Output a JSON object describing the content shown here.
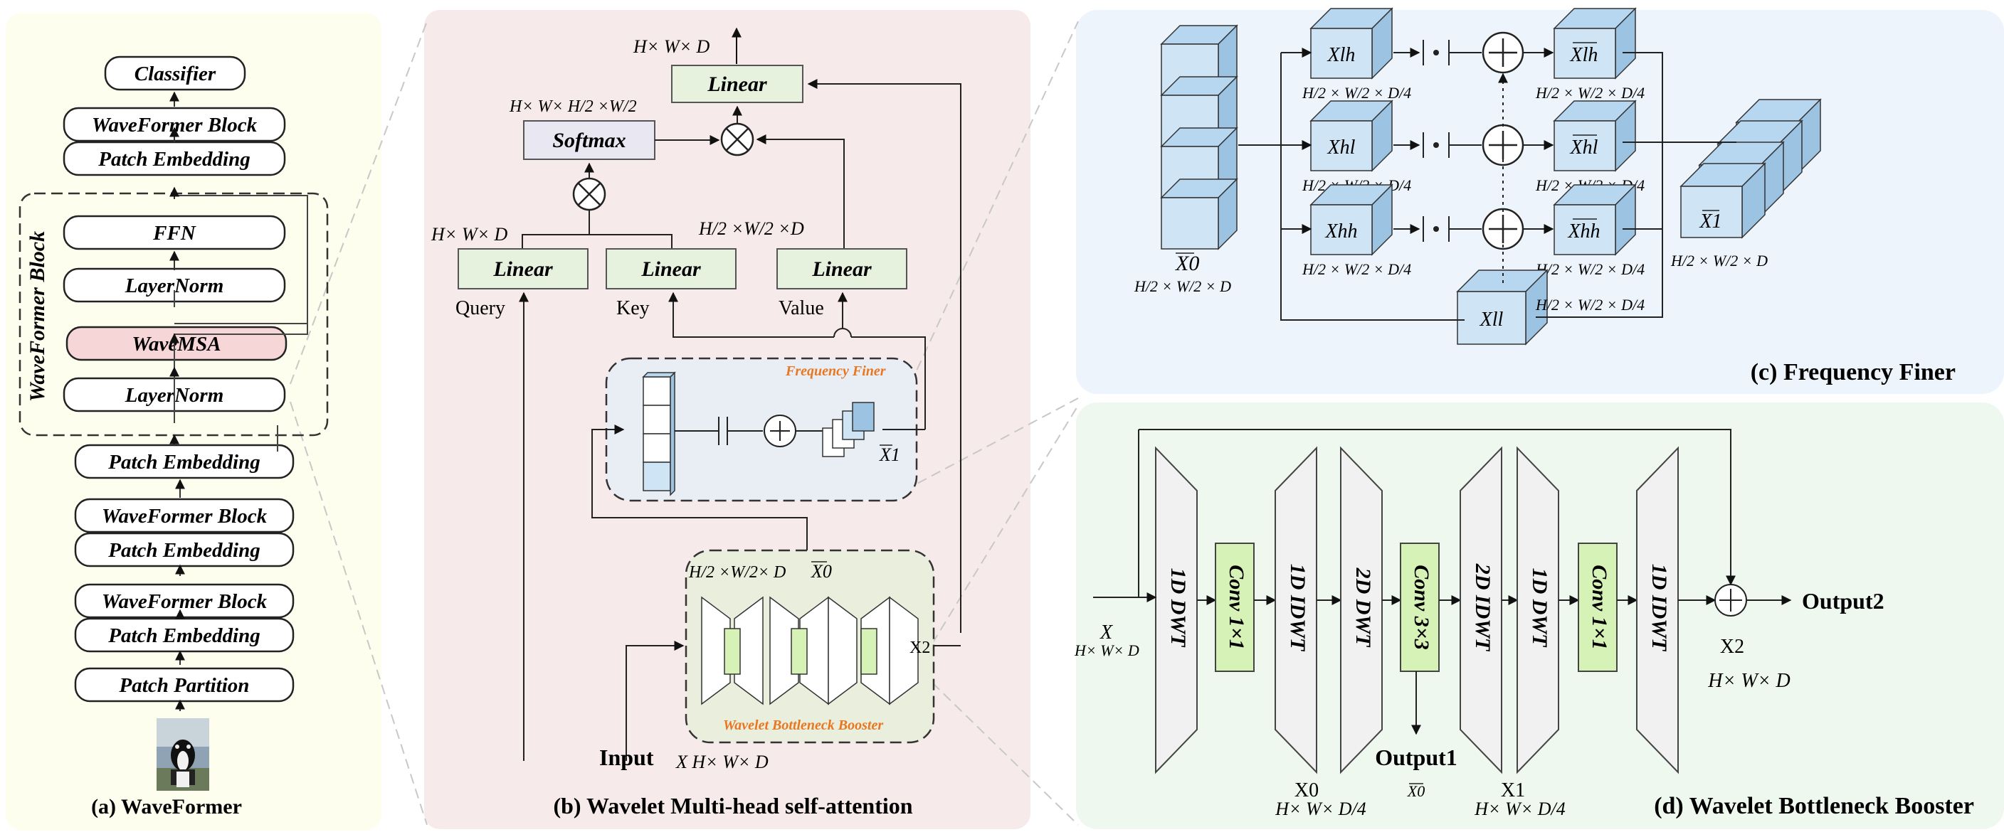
{
  "colors": {
    "panel_a": "#fefeee",
    "panel_b": "#f7eaea",
    "panel_c": "#eef4fb",
    "panel_d": "#eff8ee",
    "cube": "#cfe4f5",
    "conv": "#d7f2b6",
    "linear": "#e6f1de",
    "softmax": "#e9e8f2",
    "wavemsa": "#f6d6d6",
    "trap": "#f1f1f1"
  },
  "panel_a": {
    "caption": "(a) WaveFormer",
    "side_label": "WaveFormer Block",
    "blocks": [
      "Classifier",
      "WaveFormer Block",
      "Patch Embedding",
      "FFN",
      "LayerNorm",
      "WaveMSA",
      "LayerNorm",
      "Patch Embedding",
      "WaveFormer Block",
      "Patch Embedding",
      "WaveFormer Block",
      "Patch Embedding",
      "Patch Partition"
    ]
  },
  "panel_b": {
    "caption": "(b) Wavelet Multi-head self-attention",
    "top_dim": "H× W× D",
    "linear": "Linear",
    "softmax": "Softmax",
    "softmax_dim": "H× W× H/2 ×W/2",
    "qk_dim": "H× W× D",
    "value_dim": "H/2 ×W/2 ×D",
    "query": "Query",
    "key": "Key",
    "value": "Value",
    "frequency_finer": "Frequency Finer",
    "x1_tilde": "X1",
    "wbb": "Wavelet Bottleneck Booster",
    "wbb_dim": "H/2 ×W/2× D",
    "x0_tilde": "X0",
    "x2": "X2",
    "input": "Input",
    "input_dim": "X  H× W× D"
  },
  "panel_c": {
    "caption": "(c) Frequency Finer",
    "x0_label": "X0",
    "x0_dim": "H/2 × W/2 × D",
    "xlh": "Xlh",
    "xhl": "Xhl",
    "xhh": "Xhh",
    "xll": "Xll",
    "sub_dim": "H/2 × W/2 × D/4",
    "x1": "X1",
    "x1_dim": "H/2 × W/2 × D"
  },
  "panel_d": {
    "caption": "(d) Wavelet Bottleneck Booster",
    "x": "X",
    "x_dim": "H× W× D",
    "stages": [
      "1D DWT",
      "Conv 1×1",
      "1D IDWT",
      "2D DWT",
      "Conv 3×3",
      "2D IDWT",
      "1D DWT",
      "Conv 1×1",
      "1D IDWT"
    ],
    "output1": "Output1",
    "output1_sub": "X0",
    "output2": "Output2",
    "x0": "X0",
    "x0_dim": "H× W× D/4",
    "x1": "X1",
    "x1_dim": "H× W× D/4",
    "x2": "X2",
    "x2_dim": "H× W× D"
  }
}
